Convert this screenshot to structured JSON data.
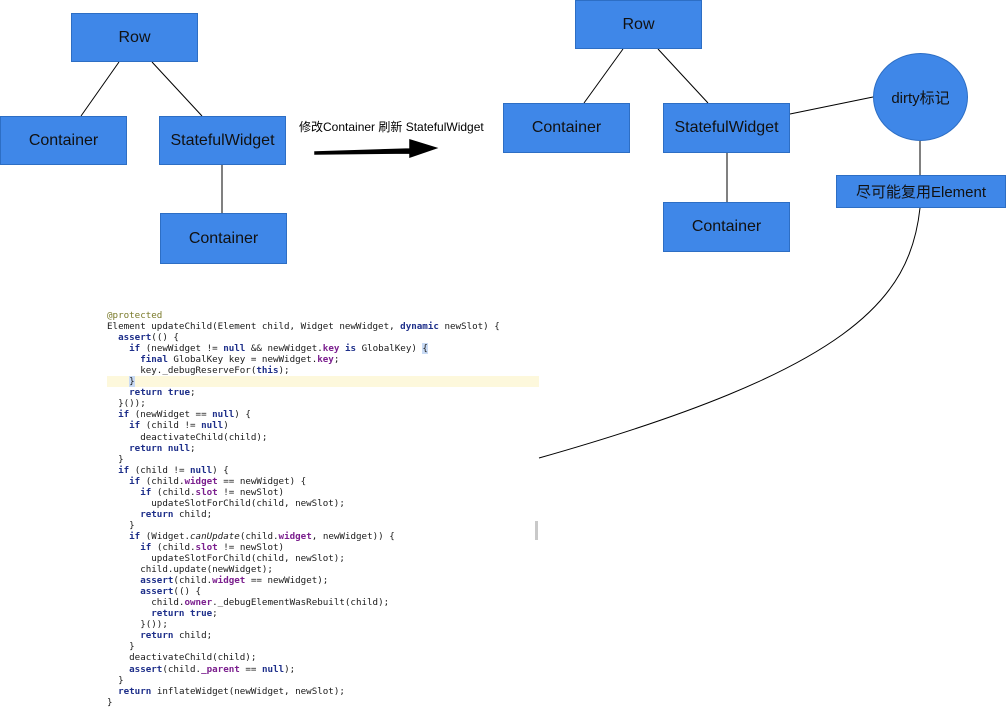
{
  "left_tree": {
    "row": "Row",
    "container": "Container",
    "stateful": "StatefulWidget",
    "child": "Container"
  },
  "arrow_label": "修改Container 刷新 StatefulWidget",
  "right_tree": {
    "row": "Row",
    "container": "Container",
    "stateful": "StatefulWidget",
    "child": "Container"
  },
  "dirty_label": "dirty标记",
  "reuse_label": "尽可能复用Element",
  "colors": {
    "box_fill": "#3f87e8",
    "box_border": "#2d6ec4",
    "edge": "#000000",
    "keyword": "#1e2f8a",
    "field": "#7b1f8e"
  },
  "code_lines": [
    [
      [
        "@protected",
        "ann"
      ]
    ],
    [
      [
        "Element updateChild(Element child, Widget newWidget, ",
        ""
      ],
      [
        "dynamic",
        "kw"
      ],
      [
        " newSlot) {",
        ""
      ]
    ],
    [
      [
        "  ",
        ""
      ],
      [
        "assert",
        "kw"
      ],
      [
        "(() {",
        ""
      ]
    ],
    [
      [
        "    ",
        ""
      ],
      [
        "if",
        "kw"
      ],
      [
        " (newWidget != ",
        ""
      ],
      [
        "null",
        "kw"
      ],
      [
        " && newWidget.",
        ""
      ],
      [
        "key",
        "fld"
      ],
      [
        " ",
        ""
      ],
      [
        "is",
        "kw"
      ],
      [
        " GlobalKey) ",
        ""
      ],
      [
        "{",
        "brace"
      ]
    ],
    [
      [
        "      ",
        ""
      ],
      [
        "final",
        "kw"
      ],
      [
        " GlobalKey key = newWidget.",
        ""
      ],
      [
        "key",
        "fld"
      ],
      [
        ";",
        ""
      ]
    ],
    [
      [
        "      key._debugReserveFor(",
        ""
      ],
      [
        "this",
        "kw"
      ],
      [
        ");",
        ""
      ]
    ],
    [
      [
        "    ",
        ""
      ],
      [
        "}",
        "brace"
      ]
    ],
    [
      [
        "    ",
        ""
      ],
      [
        "return",
        "kw"
      ],
      [
        " ",
        ""
      ],
      [
        "true",
        "kw"
      ],
      [
        ";",
        ""
      ]
    ],
    [
      [
        "  }());",
        ""
      ]
    ],
    [
      [
        "  ",
        ""
      ],
      [
        "if",
        "kw"
      ],
      [
        " (newWidget == ",
        ""
      ],
      [
        "null",
        "kw"
      ],
      [
        ") {",
        ""
      ]
    ],
    [
      [
        "    ",
        ""
      ],
      [
        "if",
        "kw"
      ],
      [
        " (child != ",
        ""
      ],
      [
        "null",
        "kw"
      ],
      [
        ")",
        ""
      ]
    ],
    [
      [
        "      deactivateChild(child);",
        ""
      ]
    ],
    [
      [
        "    ",
        ""
      ],
      [
        "return",
        "kw"
      ],
      [
        " ",
        ""
      ],
      [
        "null",
        "kw"
      ],
      [
        ";",
        ""
      ]
    ],
    [
      [
        "  }",
        ""
      ]
    ],
    [
      [
        "  ",
        ""
      ],
      [
        "if",
        "kw"
      ],
      [
        " (child != ",
        ""
      ],
      [
        "null",
        "kw"
      ],
      [
        ") {",
        ""
      ]
    ],
    [
      [
        "    ",
        ""
      ],
      [
        "if",
        "kw"
      ],
      [
        " (child.",
        ""
      ],
      [
        "widget",
        "fld"
      ],
      [
        " == newWidget) {",
        ""
      ]
    ],
    [
      [
        "      ",
        ""
      ],
      [
        "if",
        "kw"
      ],
      [
        " (child.",
        ""
      ],
      [
        "slot",
        "fld"
      ],
      [
        " != newSlot)",
        ""
      ]
    ],
    [
      [
        "        updateSlotForChild(child, newSlot);",
        ""
      ]
    ],
    [
      [
        "      ",
        ""
      ],
      [
        "return",
        "kw"
      ],
      [
        " child;",
        ""
      ]
    ],
    [
      [
        "    }",
        ""
      ]
    ],
    [
      [
        "    ",
        ""
      ],
      [
        "if",
        "kw"
      ],
      [
        " (Widget.",
        ""
      ],
      [
        "canUpdate",
        "ital"
      ],
      [
        "(child.",
        ""
      ],
      [
        "widget",
        "fld"
      ],
      [
        ", newWidget)) {",
        ""
      ]
    ],
    [
      [
        "      ",
        ""
      ],
      [
        "if",
        "kw"
      ],
      [
        " (child.",
        ""
      ],
      [
        "slot",
        "fld"
      ],
      [
        " != newSlot)",
        ""
      ]
    ],
    [
      [
        "        updateSlotForChild(child, newSlot);",
        ""
      ]
    ],
    [
      [
        "      child.update(newWidget);",
        ""
      ]
    ],
    [
      [
        "      ",
        ""
      ],
      [
        "assert",
        "kw"
      ],
      [
        "(child.",
        ""
      ],
      [
        "widget",
        "fld"
      ],
      [
        " == newWidget);",
        ""
      ]
    ],
    [
      [
        "      ",
        ""
      ],
      [
        "assert",
        "kw"
      ],
      [
        "(() {",
        ""
      ]
    ],
    [
      [
        "        child.",
        ""
      ],
      [
        "owner",
        "fld"
      ],
      [
        "._debugElementWasRebuilt(child);",
        ""
      ]
    ],
    [
      [
        "        ",
        ""
      ],
      [
        "return",
        "kw"
      ],
      [
        " ",
        ""
      ],
      [
        "true",
        "kw"
      ],
      [
        ";",
        ""
      ]
    ],
    [
      [
        "      }());",
        ""
      ]
    ],
    [
      [
        "      ",
        ""
      ],
      [
        "return",
        "kw"
      ],
      [
        " child;",
        ""
      ]
    ],
    [
      [
        "    }",
        ""
      ]
    ],
    [
      [
        "    deactivateChild(child);",
        ""
      ]
    ],
    [
      [
        "    ",
        ""
      ],
      [
        "assert",
        "kw"
      ],
      [
        "(child.",
        ""
      ],
      [
        "_parent",
        "fld"
      ],
      [
        " == ",
        ""
      ],
      [
        "null",
        "kw"
      ],
      [
        ");",
        ""
      ]
    ],
    [
      [
        "  }",
        ""
      ]
    ],
    [
      [
        "  ",
        ""
      ],
      [
        "return",
        "kw"
      ],
      [
        " inflateWidget(newWidget, newSlot);",
        ""
      ]
    ],
    [
      [
        "}",
        ""
      ]
    ]
  ]
}
